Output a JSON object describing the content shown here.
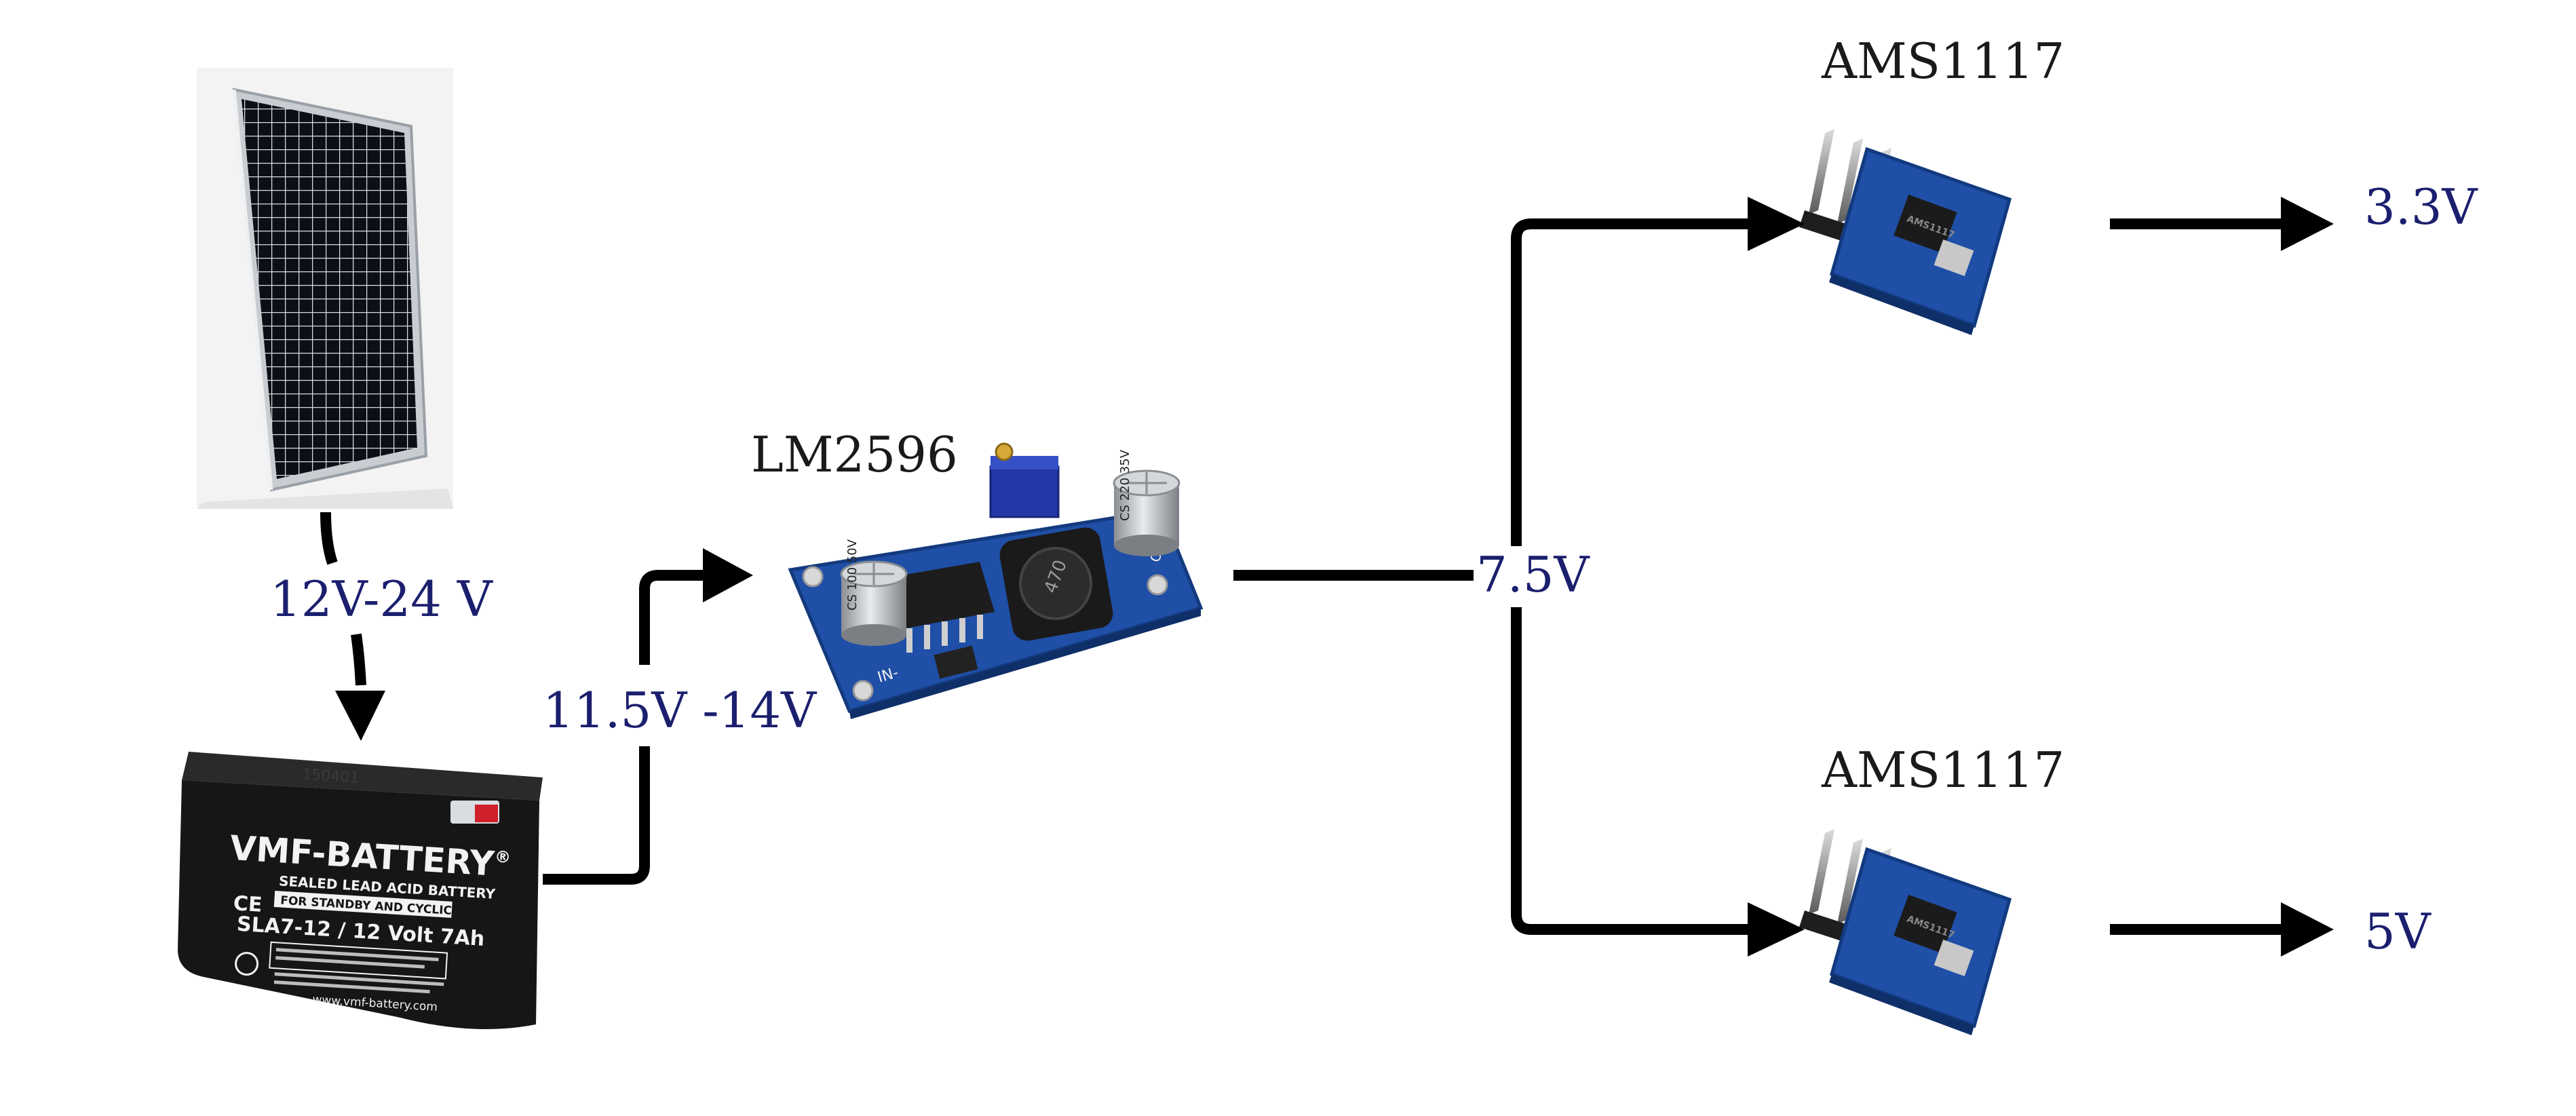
{
  "colors": {
    "voltage_text": "#1b1f6e",
    "component_text": "#1a1a1a",
    "pcb_blue": "#1f4fa6",
    "battery_body": "#161616",
    "solar_cell": "#0c0f16",
    "arrow": "#000000"
  },
  "components": {
    "solar_panel": {
      "icon": "solar-panel"
    },
    "battery": {
      "icon": "battery",
      "brand": "VMF-BATTERY",
      "brand_mark": "®",
      "type_line": "SEALED LEAD ACID BATTERY",
      "use_line": "FOR STANDBY AND CYCLIC USE",
      "model": "SLA7-12  /  12 Volt 7Ah",
      "ce_mark": "CE",
      "website": "www.vmf-battery.com",
      "stamp": "150401"
    },
    "buck_converter": {
      "label": "LM2596",
      "icon": "buck-converter-module",
      "cap_left_text": "CS 100 50V",
      "cap_right_text": "CS 220 35V",
      "inductor_text": "470",
      "in_text": "IN-",
      "out_text": "OUT"
    },
    "regulator_top": {
      "label": "AMS1117",
      "icon": "ldo-regulator-module"
    },
    "regulator_bottom": {
      "label": "AMS1117",
      "icon": "ldo-regulator-module"
    }
  },
  "voltages": {
    "solar_output": "12V-24 V",
    "battery_output": "11.5V -14V",
    "buck_output": "7.5V",
    "reg_top_output": "3.3V",
    "reg_bottom_output": "5V"
  }
}
